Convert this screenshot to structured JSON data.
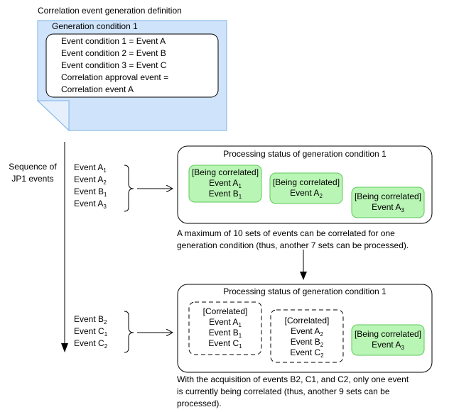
{
  "definition": {
    "title": "Correlation event generation definition",
    "condition_title": "Generation condition 1",
    "lines": [
      "Event condition 1 = Event A",
      "Event condition 2 = Event B",
      "Event condition 3 = Event C",
      "Correlation approval event =",
      "Correlation event A"
    ]
  },
  "sequence_label": [
    "Sequence of",
    "JP1 events"
  ],
  "group1": {
    "events": [
      {
        "text": "Event A",
        "sub": "1"
      },
      {
        "text": "Event A",
        "sub": "2"
      },
      {
        "text": "Event B",
        "sub": "1"
      },
      {
        "text": "Event A",
        "sub": "3"
      }
    ],
    "panel_title": "Processing status of generation condition 1",
    "boxes": [
      {
        "status": "[Being correlated]",
        "events": [
          {
            "text": "Event A",
            "sub": "1"
          },
          {
            "text": "Event B",
            "sub": "1"
          }
        ]
      },
      {
        "status": "[Being correlated]",
        "events": [
          {
            "text": "Event A",
            "sub": "2"
          }
        ]
      },
      {
        "status": "[Being correlated]",
        "events": [
          {
            "text": "Event A",
            "sub": "3"
          }
        ]
      }
    ],
    "note": [
      "A maximum of 10 sets of events can be correlated for one",
      "generation condition (thus, another 7 sets can be processed)."
    ]
  },
  "group2": {
    "events": [
      {
        "text": "Event B",
        "sub": "2"
      },
      {
        "text": "Event C",
        "sub": "1"
      },
      {
        "text": "Event C",
        "sub": "2"
      }
    ],
    "panel_title": "Processing status of generation condition 1",
    "boxes": [
      {
        "status": "[Correlated]",
        "events": [
          {
            "text": "Event A",
            "sub": "1"
          },
          {
            "text": "Event B",
            "sub": "1"
          },
          {
            "text": "Event C",
            "sub": "1"
          }
        ]
      },
      {
        "status": "[Correlated]",
        "events": [
          {
            "text": "Event A",
            "sub": "2"
          },
          {
            "text": "Event B",
            "sub": "2"
          },
          {
            "text": "Event C",
            "sub": "2"
          }
        ]
      },
      {
        "status": "[Being correlated]",
        "events": [
          {
            "text": "Event A",
            "sub": "3"
          }
        ]
      }
    ],
    "note": [
      "With the acquisition of events B2, C1, and C2, only one event",
      "is currently being correlated (thus, another 9 sets can be",
      "processed)."
    ]
  },
  "colors": {
    "document_fill": "#cfe3fb",
    "document_stroke": "#7fb0e3",
    "green_fill": "#b9f5b5",
    "green_stroke": "#5ec95a"
  }
}
